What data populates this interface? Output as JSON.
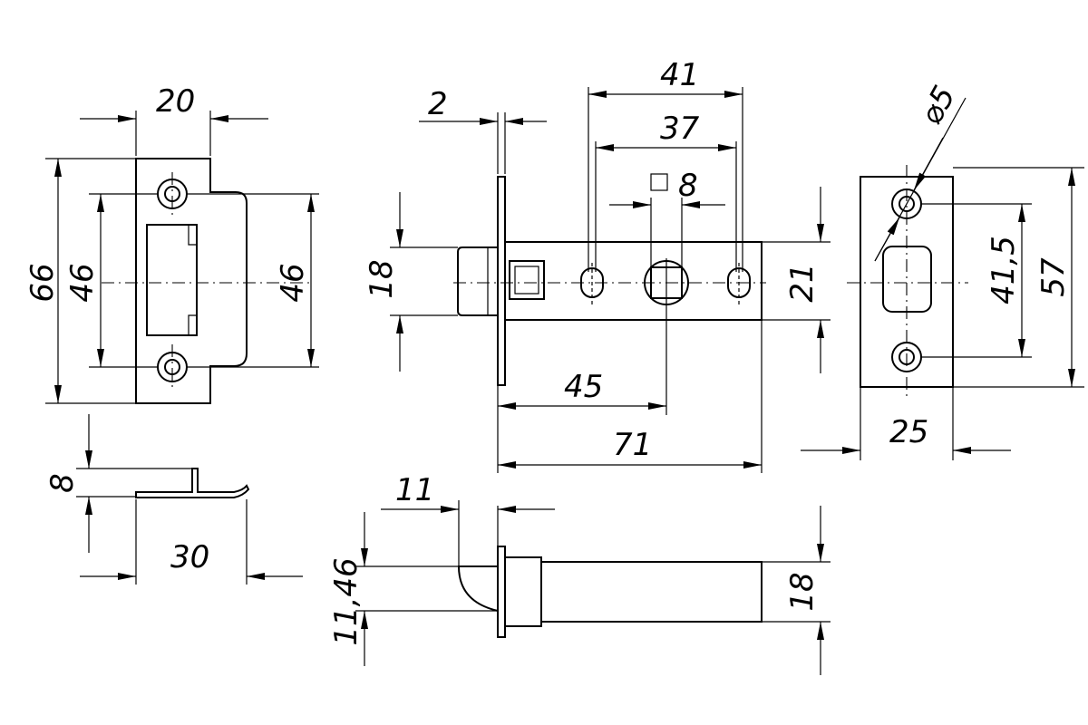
{
  "dimensions": {
    "strike_width": "20",
    "strike_height": "66",
    "strike_holes_left": "46",
    "strike_holes_right": "46",
    "strike_lip_height": "8",
    "strike_lip_length": "30",
    "faceplate_thickness": "2",
    "fixing_spacing_outer": "41",
    "fixing_spacing_inner": "37",
    "spindle_square": "8",
    "bolt_height": "18",
    "body_height": "21",
    "backset": "45",
    "body_length": "71",
    "latch_projection": "11",
    "latch_offset": "11,46",
    "latch_side_height": "18",
    "faceplate_width": "25",
    "faceplate_holes": "41,5",
    "faceplate_height": "57",
    "screw_hole_diameter": "5"
  },
  "symbols": {
    "diameter": "⌀",
    "square": "□"
  }
}
